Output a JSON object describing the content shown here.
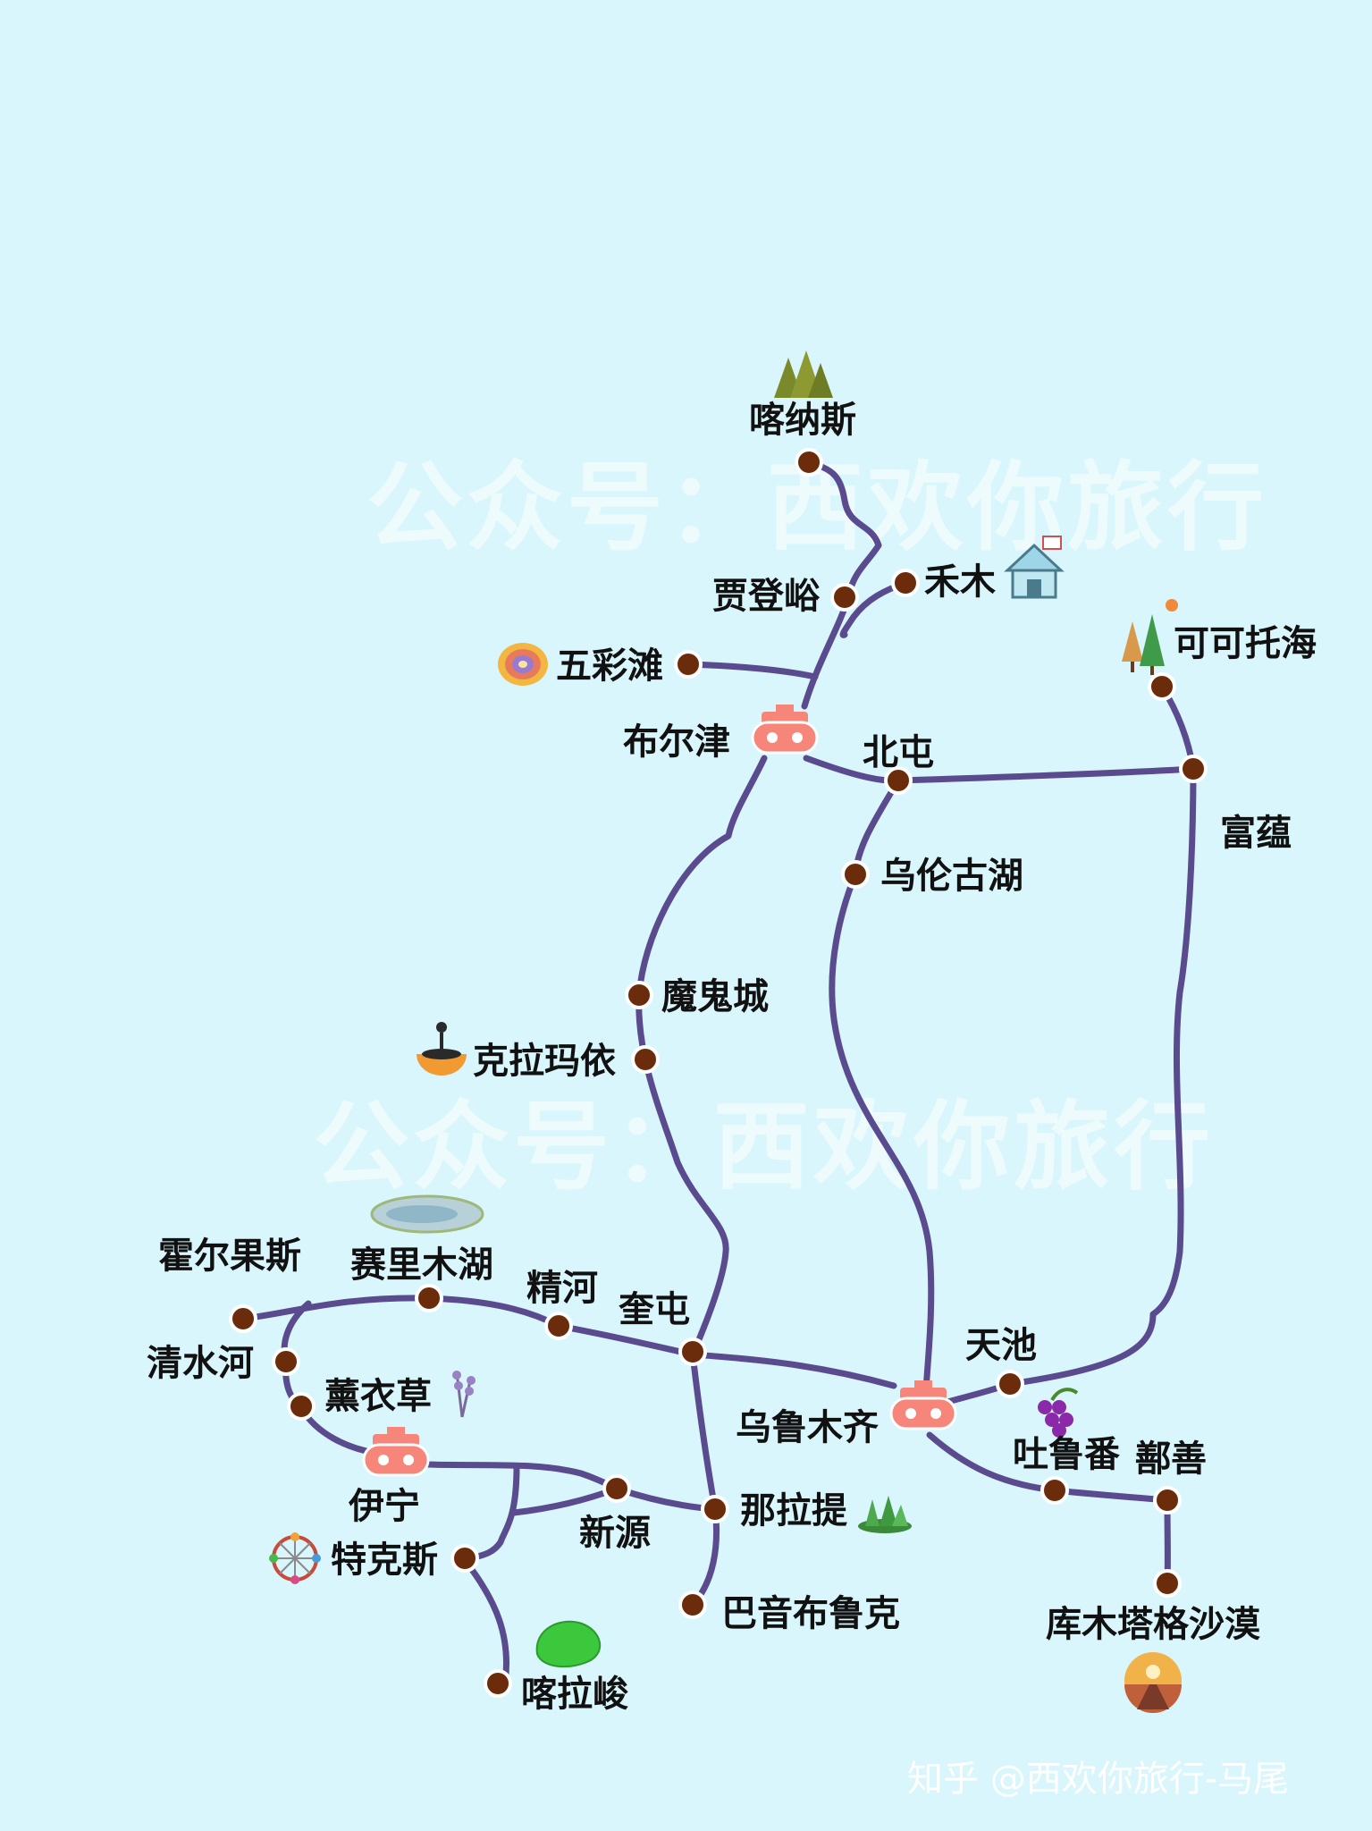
{
  "watermark": "公众号：西欢你旅行",
  "credit": "知乎 @西欢你旅行-马尾",
  "colors": {
    "background": "#d8f6fb",
    "route": "#5a4a8e",
    "stop": "#6b2c0c",
    "hub": "#f6857a"
  },
  "places": {
    "kanas": "喀纳斯",
    "jiadengyu": "贾登峪",
    "hemu": "禾木",
    "wucaitan": "五彩滩",
    "koktokay": "可可托海",
    "burqin": "布尔津",
    "beitun": "北屯",
    "fuyun": "富蕴",
    "ulungur": "乌伦古湖",
    "ghost_city": "魔鬼城",
    "karamay": "克拉玛依",
    "khorgos": "霍尔果斯",
    "sayram": "赛里木湖",
    "jinghe": "精河",
    "kuitun": "奎屯",
    "tianchi": "天池",
    "qingshuihe": "清水河",
    "lavender": "薰衣草",
    "urumqi": "乌鲁木齐",
    "turpan": "吐鲁番",
    "shanshan": "鄯善",
    "yining": "伊宁",
    "xinyuan": "新源",
    "nalati": "那拉提",
    "tekes": "特克斯",
    "bayanbulak": "巴音布鲁克",
    "kumtag": "库木塔格沙漠",
    "kalajun": "喀拉峻"
  },
  "icons": {
    "kanas": "mountain-forest-icon",
    "hemu": "house-icon",
    "wucaitan": "rainbow-rock-icon",
    "koktokay": "pine-trees-icon",
    "karamay": "oil-well-icon",
    "sayram": "lake-icon",
    "lavender": "lavender-icon",
    "turpan": "grapes-icon",
    "nalati": "grassland-icon",
    "tekes": "ferris-wheel-icon",
    "kalajun": "green-meadow-icon",
    "kumtag": "desert-road-icon",
    "hubs": "train-icon"
  }
}
